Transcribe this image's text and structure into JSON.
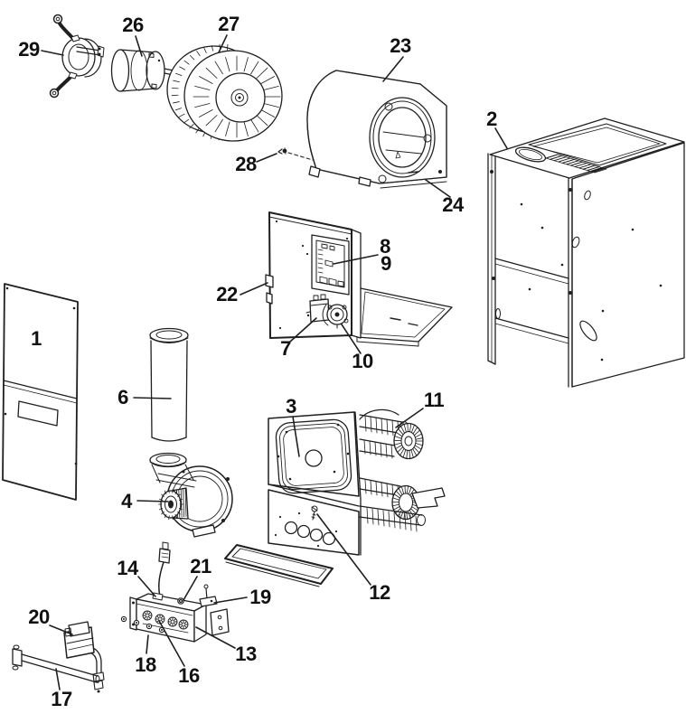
{
  "diagram": {
    "kind": "exploded-parts-diagram",
    "background": "#ffffff",
    "line_color": "#1f1f1f",
    "label_color": "#111111"
  },
  "callouts": {
    "c1": "1",
    "c2": "2",
    "c3": "3",
    "c4": "4",
    "c6": "6",
    "c7": "7",
    "c8": "8",
    "c9": "9",
    "c10": "10",
    "c11": "11",
    "c12": "12",
    "c13": "13",
    "c14": "14",
    "c16": "16",
    "c17": "17",
    "c18": "18",
    "c19": "19",
    "c20": "20",
    "c21": "21",
    "c22": "22",
    "c23": "23",
    "c24": "24",
    "c26": "26",
    "c27": "27",
    "c28": "28",
    "c29": "29"
  }
}
